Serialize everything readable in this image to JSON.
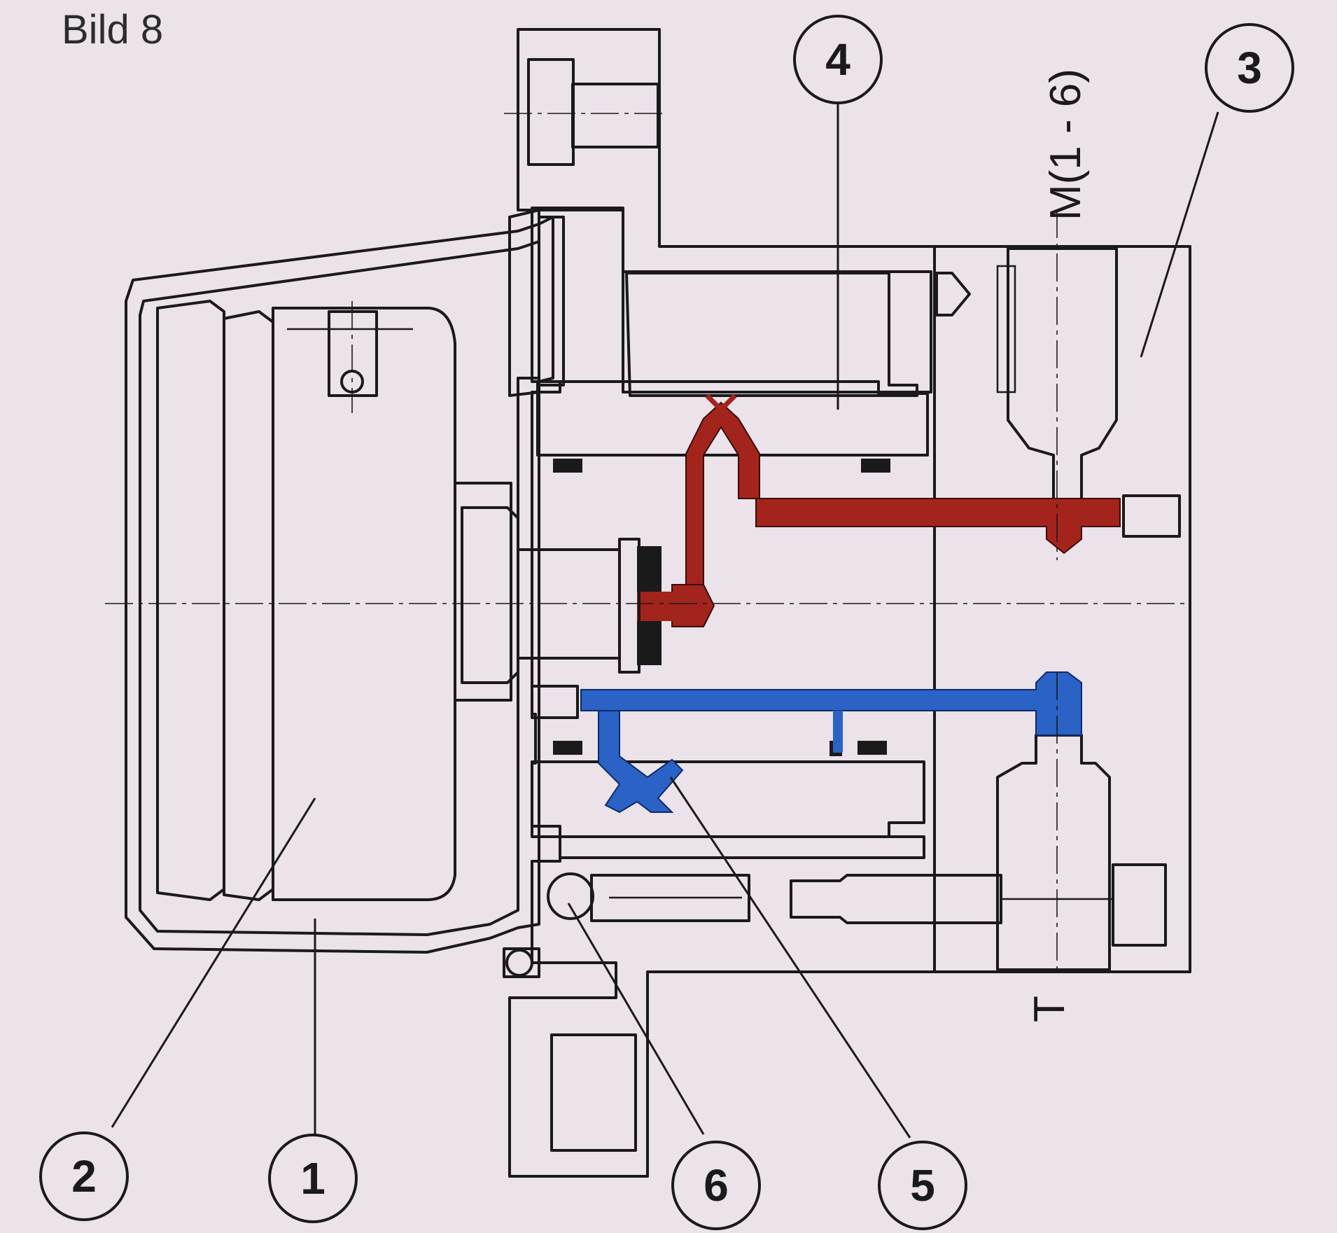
{
  "figure": {
    "caption": "Bild 8",
    "ports": {
      "pressure": "M(1 - 6)",
      "tank": "T"
    },
    "callouts": [
      {
        "id": "1",
        "label": "1"
      },
      {
        "id": "2",
        "label": "2"
      },
      {
        "id": "3",
        "label": "3"
      },
      {
        "id": "4",
        "label": "4"
      },
      {
        "id": "5",
        "label": "5"
      },
      {
        "id": "6",
        "label": "6"
      }
    ]
  },
  "colors": {
    "background": "#ebe2ea",
    "ink": "#1a1a1a",
    "pressure_channel": "#a3241c",
    "tank_channel": "#2a62c6",
    "section_fill": "#e4dadb"
  }
}
